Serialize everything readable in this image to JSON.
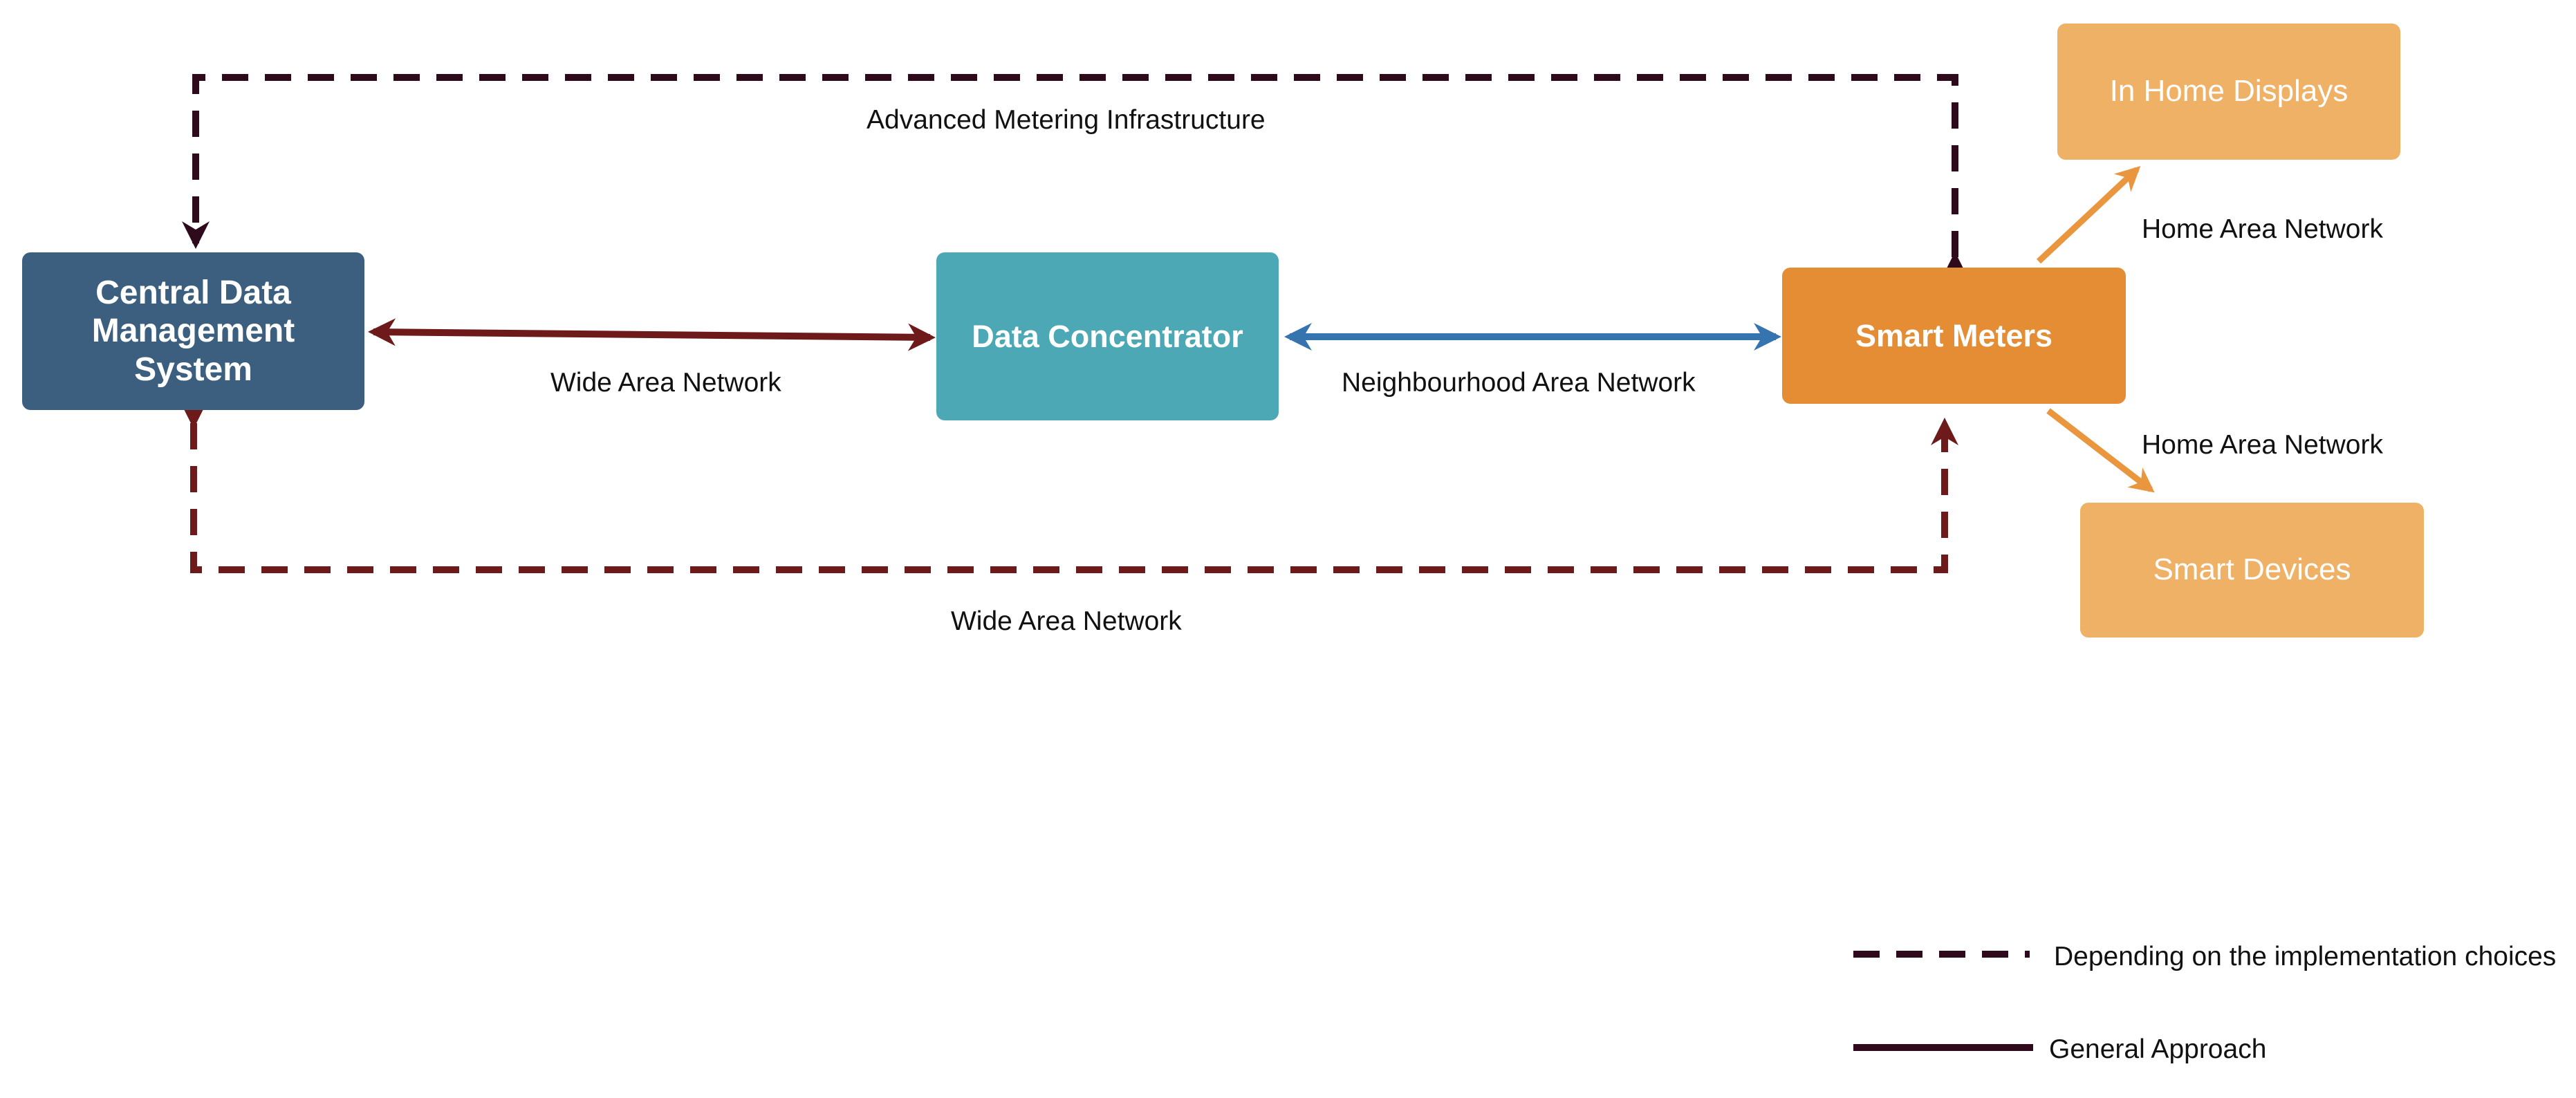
{
  "nodes": {
    "cdms": {
      "label": "Central Data Management System",
      "color": "#3c5f80"
    },
    "concentrator": {
      "label": "Data Concentrator",
      "color": "#4da8b5"
    },
    "meters": {
      "label": "Smart Meters",
      "color": "#e58d35"
    },
    "displays": {
      "label": "In Home Displays",
      "color": "#eeb165"
    },
    "devices": {
      "label": "Smart Devices",
      "color": "#eeb165"
    }
  },
  "edges": {
    "wan_direct": {
      "label": "Wide Area Network",
      "color": "#6e1a1a"
    },
    "nan": {
      "label": "Neighbourhood Area Network",
      "color": "#3674b0"
    },
    "ami": {
      "label": "Advanced Metering Infrastructure",
      "color": "#2e0a1c"
    },
    "wan_indirect": {
      "label": "Wide Area Network",
      "color": "#6e1a1a"
    },
    "han_displays": {
      "label": "Home Area Network",
      "color": "#e9963f"
    },
    "han_devices": {
      "label": "Home Area Network",
      "color": "#e9963f"
    }
  },
  "legend": {
    "dashed": {
      "label": "Depending on the implementation choices",
      "color": "#2e0a1c"
    },
    "solid": {
      "label": "General Approach",
      "color": "#2e0a1c"
    }
  }
}
